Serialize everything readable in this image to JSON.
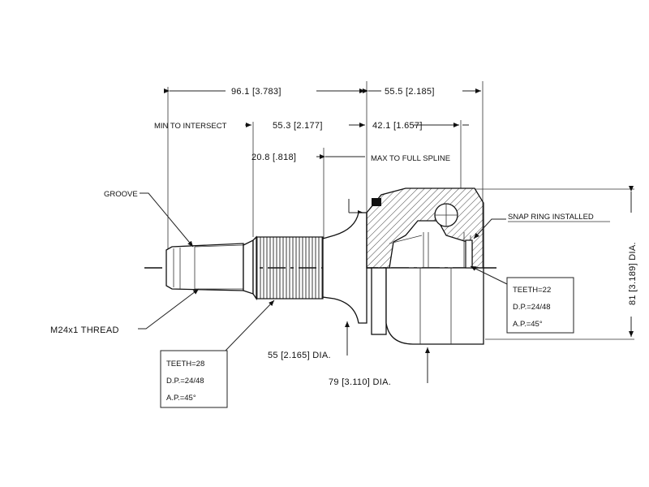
{
  "dimensions": {
    "overall_left": "96.1 [3.783]",
    "overall_right": "55.5 [2.185]",
    "min_to_intersect_label": "MIN TO INTERSECT",
    "min_to_intersect": "55.3 [2.177]",
    "right_offset": "42.1 [1.657]",
    "spline_len": "20.8 [.818]",
    "max_full_spline_label": "MAX TO FULL SPLINE",
    "shaft_dia": "55 [2.165] DIA.",
    "housing_dia": "79 [3.110] DIA.",
    "outer_dia": "81 [3.189] DIA."
  },
  "callouts": {
    "groove": "GROOVE",
    "thread": "M24x1 THREAD",
    "snap_ring": "SNAP RING INSTALLED"
  },
  "spec_left": {
    "teeth": "TEETH=28",
    "dp": "D.P.=24/48",
    "ap": "A.P.=45°"
  },
  "spec_right": {
    "teeth": "TEETH=22",
    "dp": "D.P.=24/48",
    "ap": "A.P.=45°"
  }
}
